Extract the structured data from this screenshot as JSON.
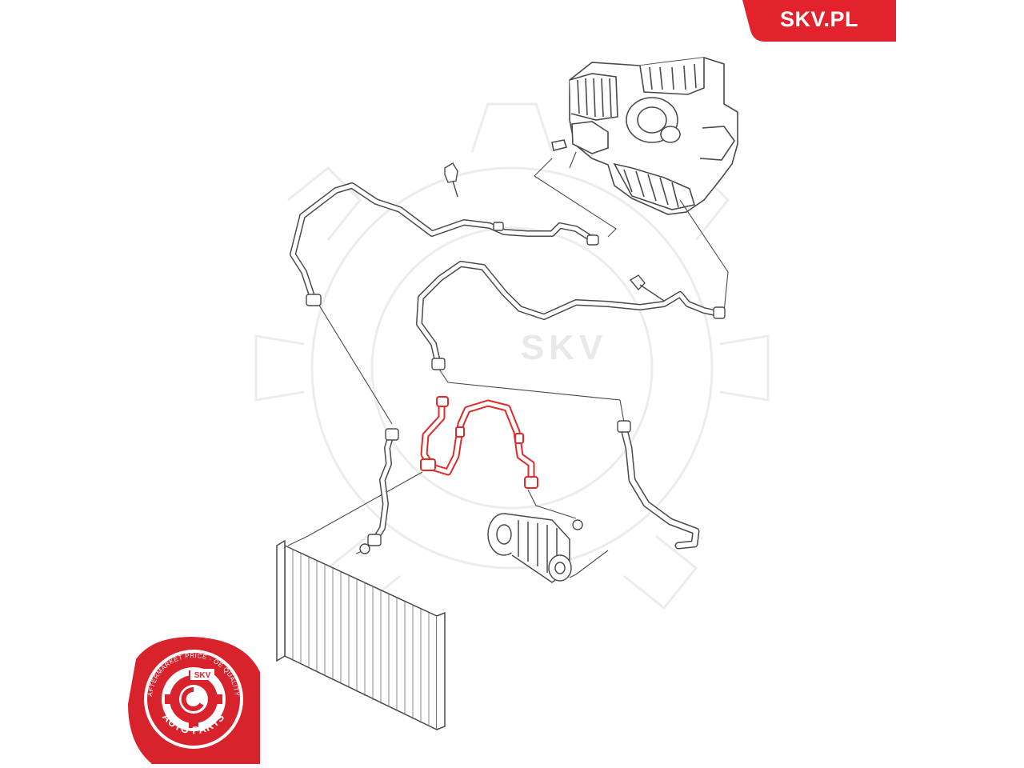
{
  "brand": {
    "label": "SKV.PL",
    "color": "#e2222d"
  },
  "watermark": {
    "label": "SKV"
  },
  "badge": {
    "arc_text": "AFTERMARKET PRICE · OE QUALITY",
    "center_label": "SKV",
    "bottom_label": "AUTO PARTS",
    "color": "#d8222c"
  },
  "highlight_color": "#e02a2a",
  "line_color": "#4a4a4a"
}
